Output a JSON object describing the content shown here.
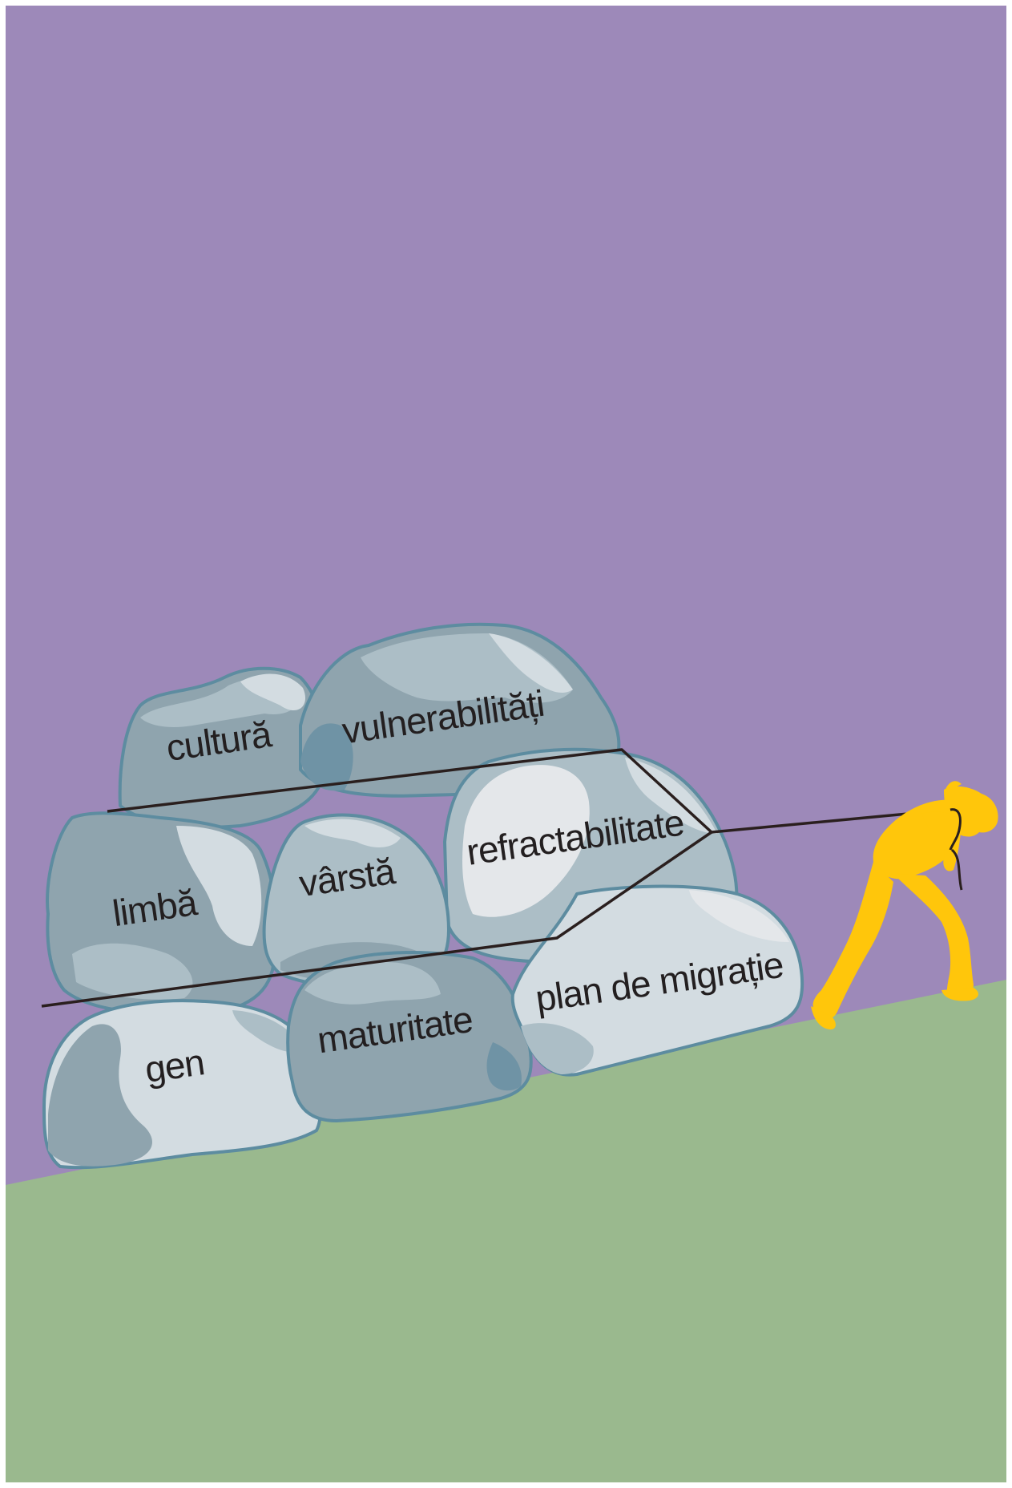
{
  "colors": {
    "sky": "#9d89b9",
    "ground": "#9ab98e",
    "rock_outline": "#5d8ca0",
    "rock_dark": "#8fa4ae",
    "rock_mid": "#acbec6",
    "rock_light": "#d3dce1",
    "rock_lightest": "#e4e7ea",
    "rock_deep": "#6f93a5",
    "rope": "#2a1f1e",
    "figure": "#ffc60b",
    "label_text": "#231f20"
  },
  "rocks": [
    {
      "id": "cultura",
      "label": "cultură"
    },
    {
      "id": "vulnerabilitati",
      "label": "vulnerabilități"
    },
    {
      "id": "limba",
      "label": "limbă"
    },
    {
      "id": "varsta",
      "label": "vârstă"
    },
    {
      "id": "refractabilitate",
      "label": "refractabilitate"
    },
    {
      "id": "gen",
      "label": "gen"
    },
    {
      "id": "maturitate",
      "label": "maturitate"
    },
    {
      "id": "plan-de-migratie",
      "label": "plan de migrație"
    }
  ],
  "icons": {
    "figure": "person-pulling-icon",
    "rope": "rope-icon"
  }
}
